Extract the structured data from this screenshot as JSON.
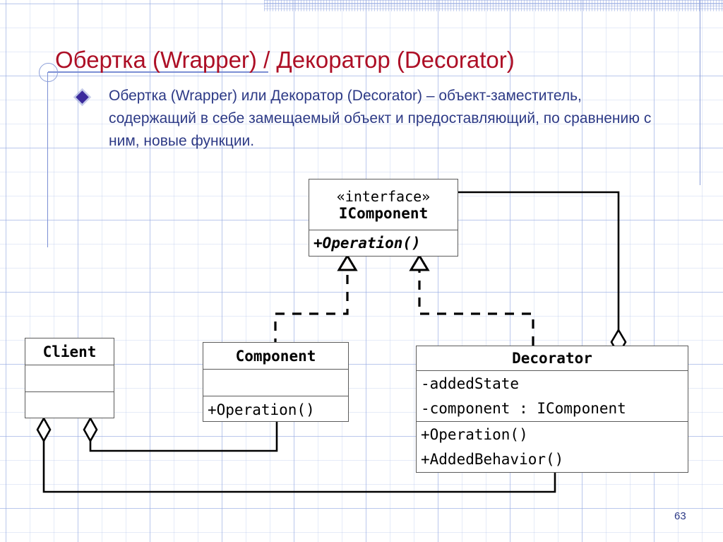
{
  "slide": {
    "title": "Обертка (Wrapper) / Декоратор (Decorator)",
    "page_number": "63",
    "title_color": "#ad0f26",
    "body_color": "#2d3a86",
    "accent_color": "#7b8fd4"
  },
  "body": {
    "bullet_icon": "diamond-bullet",
    "text": "Обертка (Wrapper) или Декоратор (Decorator) – объект-заместитель, содержащий в себе замещаемый объект и предоставляющий, по сравнению с ним, новые функции."
  },
  "diagram": {
    "type": "uml-class-diagram",
    "classes": [
      {
        "id": "icomponent",
        "stereotype": "«interface»",
        "name": "IComponent",
        "attributes": [],
        "methods": [
          "+Operation()"
        ]
      },
      {
        "id": "client",
        "stereotype": "",
        "name": "Client",
        "attributes": [],
        "methods": []
      },
      {
        "id": "component",
        "stereotype": "",
        "name": "Component",
        "attributes": [],
        "methods": [
          "+Operation()"
        ]
      },
      {
        "id": "decorator",
        "stereotype": "",
        "name": "Decorator",
        "attributes": [
          "-addedState",
          "-component : IComponent"
        ],
        "methods": [
          "+Operation()",
          "+AddedBehavior()"
        ]
      }
    ],
    "relations": [
      {
        "kind": "realization",
        "from": "component",
        "to": "icomponent"
      },
      {
        "kind": "realization",
        "from": "decorator",
        "to": "icomponent"
      },
      {
        "kind": "aggregation",
        "from": "client",
        "to": "component"
      },
      {
        "kind": "aggregation",
        "from": "client",
        "to": "decorator"
      },
      {
        "kind": "aggregation",
        "from": "decorator",
        "to": "icomponent"
      }
    ]
  }
}
